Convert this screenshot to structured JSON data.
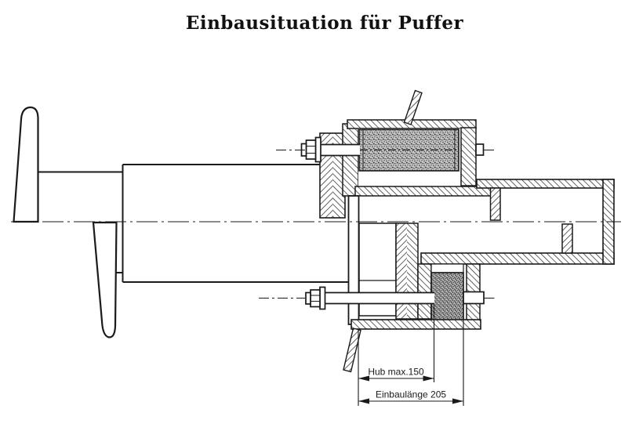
{
  "title": "Einbausituation für Puffer",
  "dimensions": {
    "hub_label": "Hub max.150",
    "einbaulaenge_label": "Einbaulänge 205"
  },
  "colors": {
    "line": "#1a1a1a",
    "background": "#ffffff",
    "elastomer_top_fill": "#c9c9c9",
    "elastomer_bottom_fill": "#bdbdbd"
  }
}
